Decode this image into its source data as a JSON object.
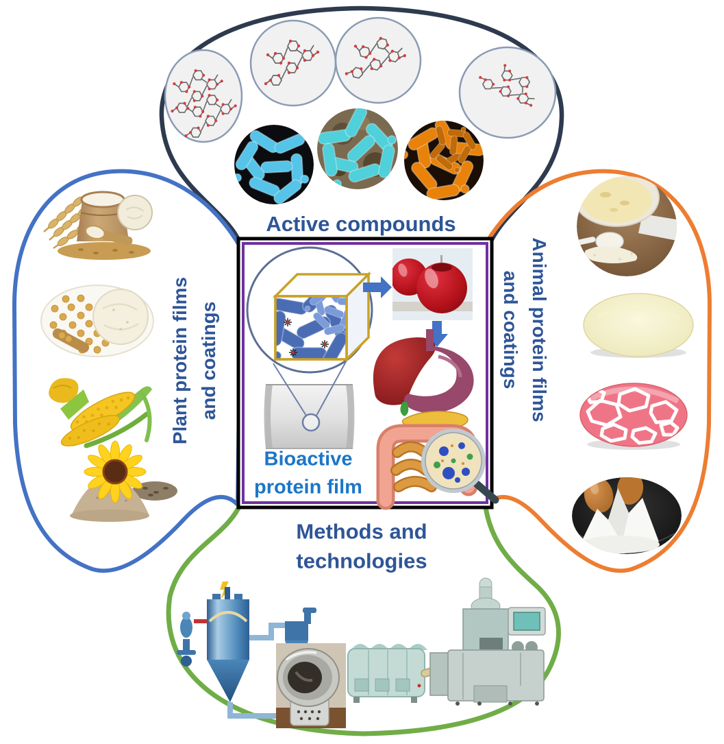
{
  "sections": {
    "active_compounds": {
      "label": "Active compounds",
      "items": [
        "polysaccharide-structure-1",
        "polysaccharide-structure-2",
        "polysaccharide-structure-3",
        "polysaccharide-structure-4",
        "blue-bacteria-micrograph",
        "teal-bacteria-micrograph",
        "orange-bacteria-micrograph"
      ]
    },
    "plant_proteins": {
      "label_line1": "Plant protein films",
      "label_line2": "and coatings",
      "items": [
        "wheat-and-flour-sack",
        "soybeans-and-soy-flour",
        "corn-cobs-and-zein-powder",
        "sunflower-seeds-and-meal"
      ]
    },
    "animal_proteins": {
      "label_line1": "Animal protein films",
      "label_line2": "and coatings",
      "items": [
        "whey-powder-bowl",
        "gelatin-powder-plate",
        "meat-myofibrillar-pattern",
        "eggs-and-egg-white-powder"
      ]
    },
    "methods": {
      "label_line1": "Methods and",
      "label_line2": "technologies",
      "items": [
        "spray-dryer-schematic",
        "coating-pan-machine",
        "tumble-dryer-machine",
        "encapsulation-machine"
      ]
    },
    "center": {
      "label_line1": "Bioactive",
      "label_line2": "protein film",
      "items": [
        "magnified-bacteria-cube",
        "protein-film-sample",
        "coated-apples-photo",
        "digestive-system-illustration"
      ]
    }
  },
  "colors": {
    "top_blob_outline": "#2E3A4E",
    "plant_blob_outline": "#4472C4",
    "animal_blob_outline": "#ED7D31",
    "methods_blob_outline": "#70AD47",
    "section_label_blue": "#2E5597",
    "center_label_blue": "#1B76C8",
    "center_box_outer_border": "#000000",
    "center_box_inner_border": "#7030A0",
    "arrow_blue": "#4472C4"
  }
}
